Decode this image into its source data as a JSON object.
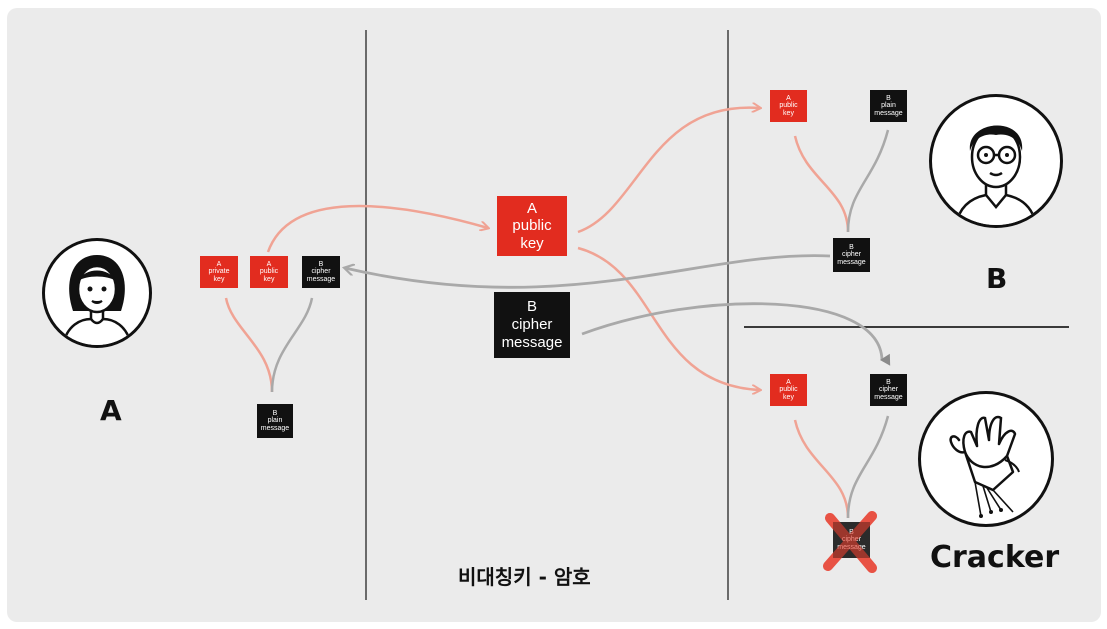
{
  "title": "비대칭키 - 암호",
  "persons": {
    "a": {
      "name": "A",
      "icon": "woman-avatar-icon"
    },
    "b": {
      "name": "B",
      "icon": "man-with-glasses-avatar-icon"
    },
    "cracker": {
      "name": "Cracker",
      "icon": "robot-hand-icon"
    }
  },
  "boxes": {
    "a_private_key": [
      "A",
      "private",
      "key"
    ],
    "a_public_key_small": [
      "A",
      "public",
      "key"
    ],
    "b_cipher_small_a": [
      "B",
      "cipher",
      "message"
    ],
    "b_plain_a": [
      "B",
      "plain",
      "message"
    ],
    "a_public_key_center": [
      "A",
      "public",
      "key"
    ],
    "b_cipher_center": [
      "B",
      "cipher",
      "message"
    ],
    "b_public_key_recv": [
      "A",
      "public",
      "key"
    ],
    "b_plain_b": [
      "B",
      "plain",
      "message"
    ],
    "b_cipher_b": [
      "B",
      "cipher",
      "message"
    ],
    "c_public_key": [
      "A",
      "public",
      "key"
    ],
    "c_cipher": [
      "B",
      "cipher",
      "message"
    ],
    "c_failed_result": [
      "B",
      "cipher",
      "message"
    ]
  },
  "colors": {
    "key_red": "#e22c1f",
    "message_black": "#111111",
    "arrow_red": "#f0a394",
    "arrow_gray": "#a9a9a9",
    "fail_cross": "#e8493a"
  }
}
